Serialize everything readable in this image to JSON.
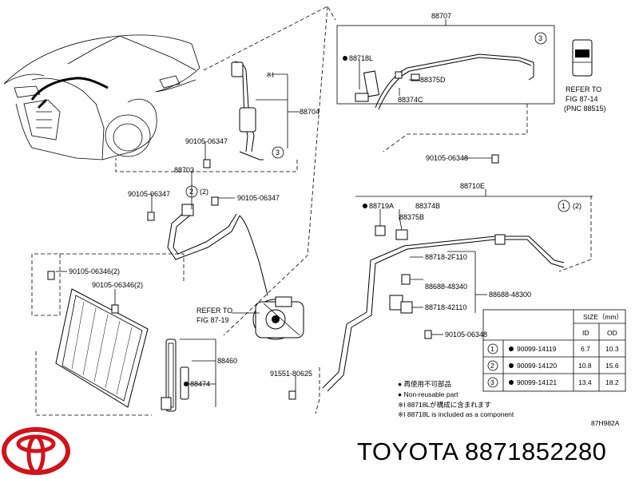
{
  "diagram_code": "87H982A",
  "brand": {
    "name": "TOYOTA",
    "part_number": "8871852280"
  },
  "callouts": {
    "p88707": "88707",
    "p88718L": "88718L",
    "p88375D": "88375D",
    "p88374C": "88374C",
    "refer_top_1": "REFER TO",
    "refer_top_2": "FIG 87-14",
    "refer_top_3": "(PNC 88515)",
    "x1": "※I",
    "p88704": "88704",
    "p90105_06347_a": "90105-06347",
    "p88703": "88703",
    "p90105_06347_b": "90105-06347",
    "p90105_06347_c": "90105-06347",
    "mark2": "2",
    "mark2_paren": "(2)",
    "p90105_06348_a": "90105-06348",
    "p88710E": "88710E",
    "p88719A": "88719A",
    "p88374B": "88374B",
    "p88375B": "88375B",
    "mark1": "1",
    "mark1_paren": "(2)",
    "mark3": "3",
    "p90105_06346_2a": "90105-06346(2)",
    "p90105_06346_2b": "90105-06346(2)",
    "refer_mid_1": "REFER TO",
    "refer_mid_2": "FIG 87-19",
    "p88718_2F110": "88718-2F110",
    "p88688_48340": "88688-48340",
    "p88688_48300": "88688-48300",
    "p88718_42110": "88718-42110",
    "p90105_06348_b": "90105-06348",
    "p88460": "88460",
    "p88474": "88474",
    "p91551_80625": "91551-80625"
  },
  "size_table": {
    "title": "SIZE（mm）",
    "headers": [
      "ID",
      "OD"
    ],
    "rows": [
      {
        "mark": "1",
        "part": "90099-14119",
        "id": "6.7",
        "od": "10.3"
      },
      {
        "mark": "2",
        "part": "90099-14120",
        "id": "10.8",
        "od": "15.6"
      },
      {
        "mark": "3",
        "part": "90099-14121",
        "id": "13.4",
        "od": "18.2"
      }
    ]
  },
  "legend": {
    "jp_nonreuse": "● 再使用不可部品",
    "en_nonreuse": "● Non-reusable part",
    "jp_component": "※I 88718Lが構成に含まれます",
    "en_component": "※I 88718L is included as a component"
  }
}
